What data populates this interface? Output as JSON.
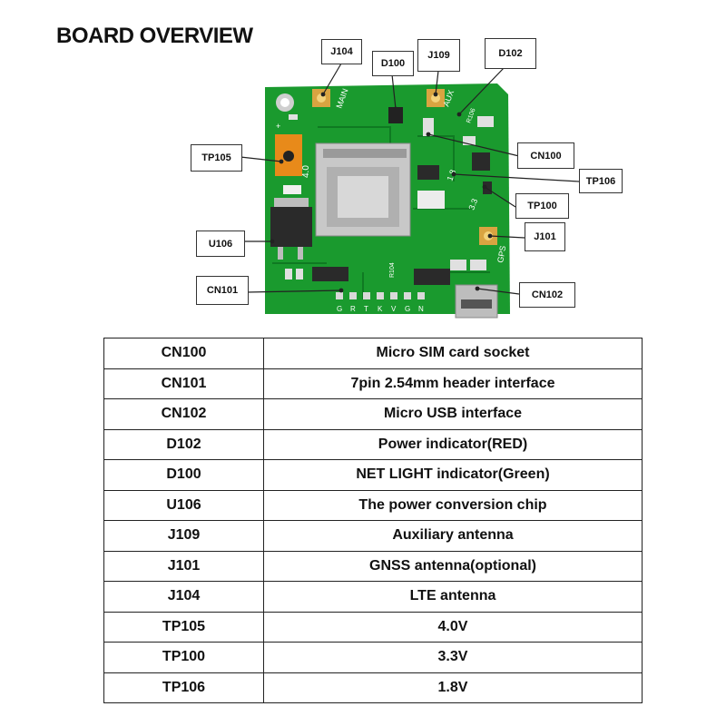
{
  "title": "BOARD OVERVIEW",
  "callouts": {
    "j104": "J104",
    "d100": "D100",
    "j109": "J109",
    "d102": "D102",
    "tp105": "TP105",
    "cn100": "CN100",
    "tp106": "TP106",
    "tp100": "TP100",
    "j101": "J101",
    "u106": "U106",
    "cn101": "CN101",
    "cn102": "CN102"
  },
  "silkscreen": {
    "main": "MAIN",
    "aux": "AUX",
    "gps": "GPS",
    "v40": "4.0",
    "v18": "1.8",
    "v33": "3.3",
    "plus": "+",
    "r104": "R104",
    "r106": "R106",
    "pins": [
      "G",
      "R",
      "T",
      "K",
      "V",
      "G",
      "N"
    ]
  },
  "colors": {
    "pcb": "#1a9a2e",
    "pcb_dark": "#0f7a22",
    "gold": "#d9a441",
    "orange": "#e88a1a"
  },
  "rows": [
    {
      "ref": "CN100",
      "desc": "Micro SIM card socket"
    },
    {
      "ref": "CN101",
      "desc": "7pin 2.54mm header interface"
    },
    {
      "ref": "CN102",
      "desc": "Micro USB interface"
    },
    {
      "ref": "D102",
      "desc": "Power indicator(RED)"
    },
    {
      "ref": "D100",
      "desc": "NET LIGHT indicator(Green)"
    },
    {
      "ref": "U106",
      "desc": "The  power conversion chip"
    },
    {
      "ref": "J109",
      "desc": "Auxiliary antenna"
    },
    {
      "ref": "J101",
      "desc": "GNSS antenna(optional)"
    },
    {
      "ref": "J104",
      "desc": "LTE antenna"
    },
    {
      "ref": "TP105",
      "desc": "4.0V"
    },
    {
      "ref": "TP100",
      "desc": "3.3V"
    },
    {
      "ref": "TP106",
      "desc": "1.8V"
    }
  ]
}
